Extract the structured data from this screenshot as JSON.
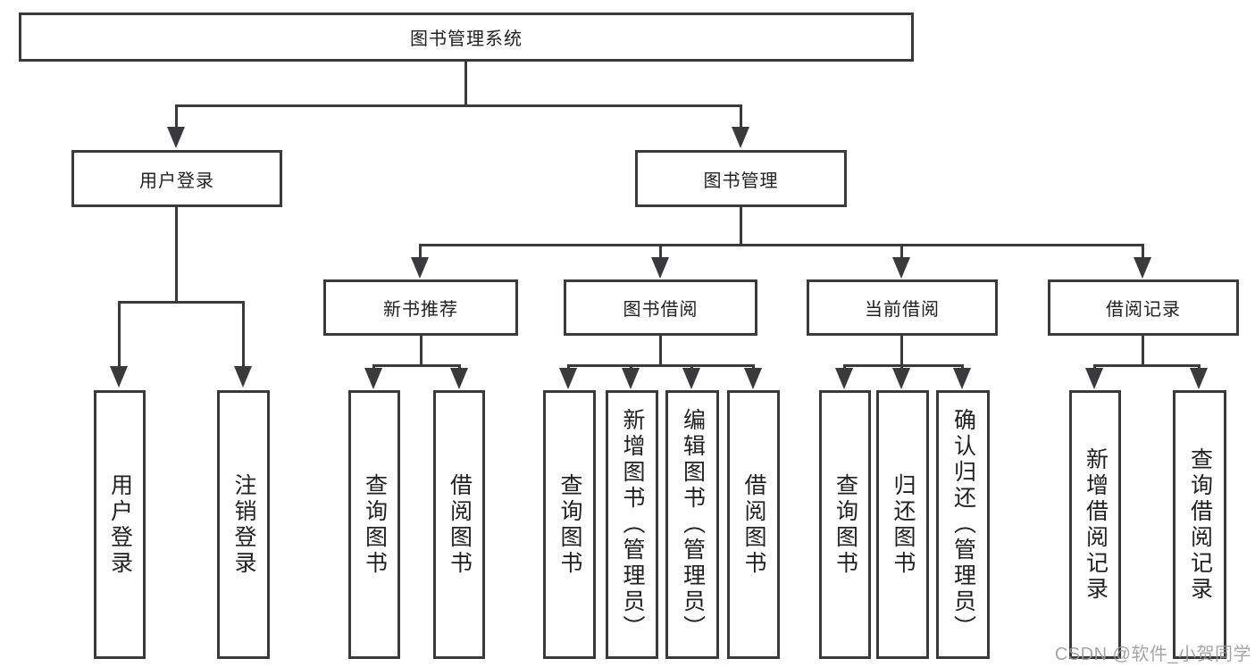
{
  "tree": {
    "root": "图书管理系统",
    "branches": [
      {
        "label": "用户登录",
        "children": [
          "用户登录",
          "注销登录"
        ]
      },
      {
        "label": "图书管理",
        "groups": [
          {
            "label": "新书推荐",
            "children": [
              "查询图书",
              "借阅图书"
            ]
          },
          {
            "label": "图书借阅",
            "children": [
              "查询图书",
              "新增图书（管理员）",
              "编辑图书（管理员）",
              "借阅图书"
            ]
          },
          {
            "label": "当前借阅",
            "children": [
              "查询图书",
              "归还图书",
              "确认归还（管理员）"
            ]
          },
          {
            "label": "借阅记录",
            "children": [
              "新增借阅记录",
              "查询借阅记录"
            ]
          }
        ]
      }
    ]
  },
  "watermark": "CSDN @软件_小贺同学",
  "colors": {
    "line": "#3a3a3c",
    "text": "#212123",
    "watermark": "#98989a",
    "background": "#ffffff"
  }
}
